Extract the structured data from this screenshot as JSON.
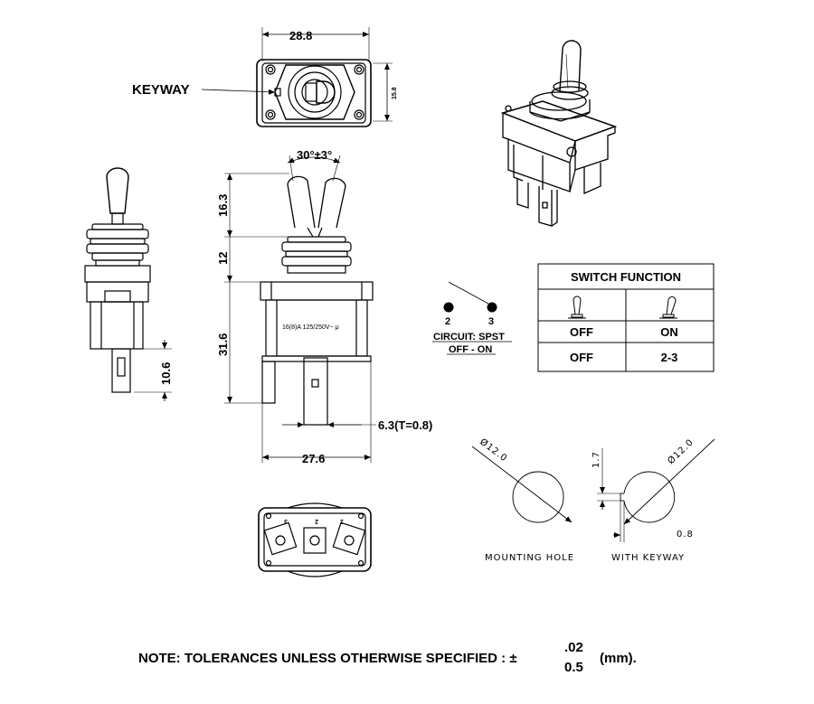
{
  "top_view": {
    "width_dim": "28.8",
    "height_dim": "15.8",
    "keyway_label": "KEYWAY"
  },
  "side_view": {
    "angle_dim": "30°±3°",
    "lever_height_dim": "16.3",
    "bushing_height_dim": "12",
    "body_height_dim": "31.6",
    "terminal_width_dim": "6.3(T=0.8)",
    "body_width_dim": "27.6",
    "rating_label": "16(8)A 125/250V~ μ"
  },
  "end_view": {
    "terminal_length_dim": "10.6"
  },
  "bottom_view": {
    "terminal_numbers": [
      "3",
      "2",
      "1"
    ]
  },
  "circuit": {
    "terminal_left": "2",
    "terminal_right": "3",
    "circuit_label": "CIRCUIT: SPST",
    "function_label": "OFF - ON"
  },
  "switch_function": {
    "title": "SWITCH FUNCTION",
    "rows": [
      [
        "OFF",
        "ON"
      ],
      [
        "OFF",
        "2-3"
      ]
    ]
  },
  "mounting": {
    "hole_diameter": "Ø12.0",
    "hole_label": "MOUNTING HOLE",
    "keyway_diameter": "Ø12.0",
    "keyway_depth": "1.7",
    "keyway_width": "0.8",
    "keyway_hole_label": "WITH KEYWAY"
  },
  "note": {
    "text": "NOTE: TOLERANCES UNLESS OTHERWISE SPECIFIED : ±",
    "tol_top": ".02",
    "tol_bottom": "0.5",
    "unit": "(mm)."
  }
}
